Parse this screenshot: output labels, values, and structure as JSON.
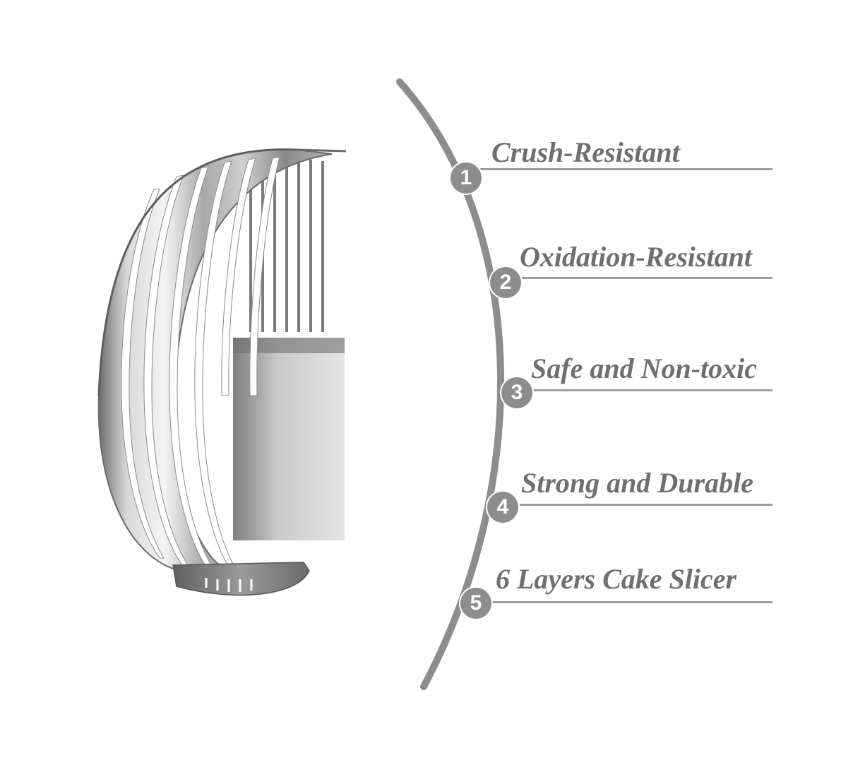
{
  "product": {
    "icon": "stainless-steel-cake-slicer-ring"
  },
  "features": [
    {
      "number": "1",
      "label": "Crush-Resistant"
    },
    {
      "number": "2",
      "label": "Oxidation-Resistant"
    },
    {
      "number": "3",
      "label": "Safe and Non-toxic"
    },
    {
      "number": "4",
      "label": "Strong and Durable"
    },
    {
      "number": "5",
      "label": "6 Layers Cake Slicer"
    }
  ],
  "colors": {
    "text": "#6f6f6f",
    "arc": "#8d8d8d",
    "line": "#9d9d9d",
    "steel_light": "#e6e6e6",
    "steel_dark": "#7a7a7a"
  }
}
